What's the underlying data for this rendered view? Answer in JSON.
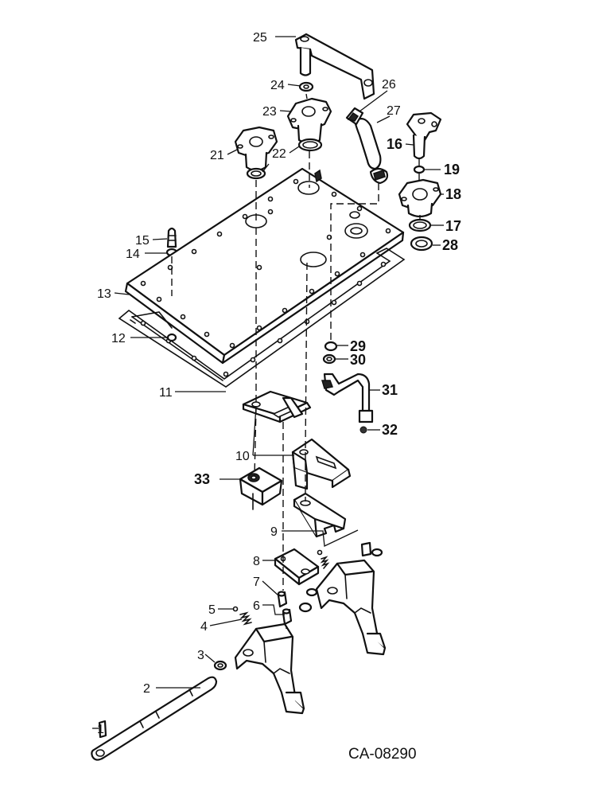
{
  "diagram": {
    "drawing_code": "CA-08290",
    "callouts": [
      "1",
      "2",
      "3",
      "4",
      "5",
      "6",
      "7",
      "8",
      "9",
      "10",
      "11",
      "12",
      "13",
      "14",
      "15",
      "16",
      "17",
      "18",
      "19",
      "21",
      "22",
      "23",
      "24",
      "25",
      "26",
      "27",
      "28",
      "29",
      "30",
      "31",
      "32",
      "33"
    ]
  }
}
